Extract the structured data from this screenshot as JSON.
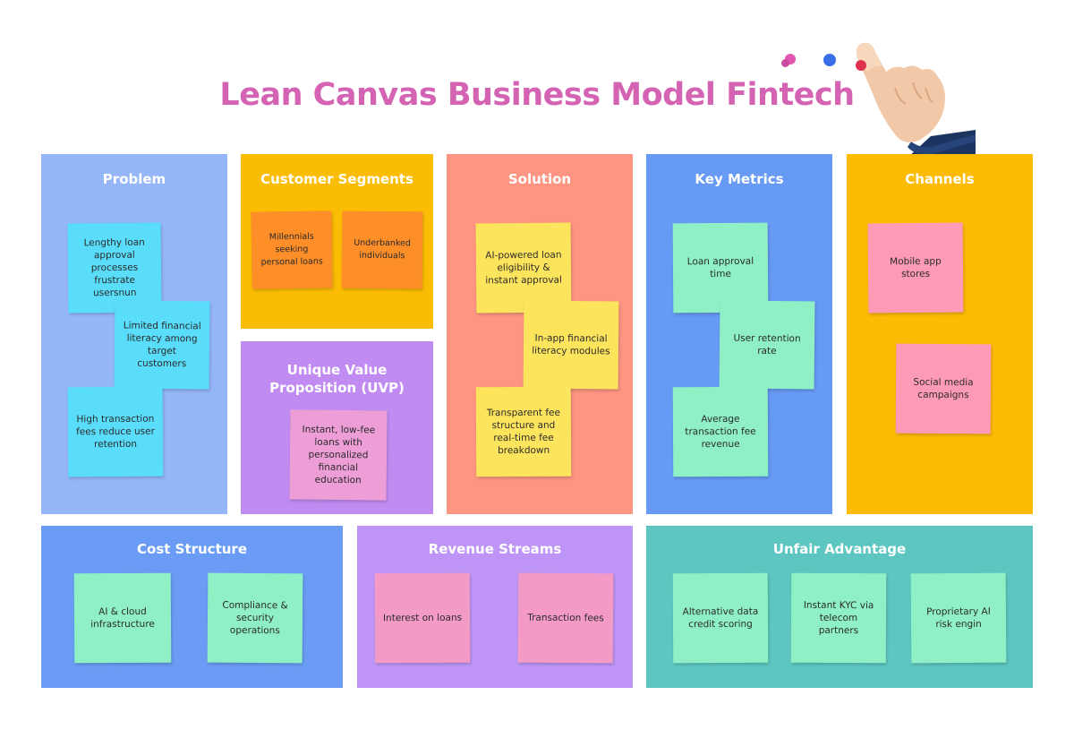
{
  "title": "Lean Canvas Business Model Fintech",
  "colors": {
    "title": "#d563b3",
    "problem": "#95b6f8",
    "customer_segments": "#fbbd04",
    "uvp": "#c08cf2",
    "solution": "#fd9582",
    "key_metrics": "#679af5",
    "channels": "#fdbb04",
    "cost_structure": "#6a9cf5",
    "revenue_streams": "#be95f6",
    "unfair_advantage": "#5ec6c0",
    "note_cyan": "#59ddfa",
    "note_orange": "#fd8e28",
    "note_pink": "#ee9ed6",
    "note_yellow": "#fde45d",
    "note_green": "#8ff0c6",
    "note_rose": "#fd9bb6",
    "note_red_pink": "#f49ac7"
  },
  "sections": {
    "problem": {
      "title": "Problem",
      "notes": [
        "Lengthy loan approval processes frustrate usersnun",
        "Limited financial literacy among target customers",
        "High transaction fees reduce user retention"
      ]
    },
    "customer_segments": {
      "title": "Customer Segments",
      "notes": [
        "Millennials seeking personal loans",
        "Underbanked individuals"
      ]
    },
    "uvp": {
      "title": "Unique Value Proposition (UVP)",
      "notes": [
        "Instant, low-fee loans with personalized financial education"
      ]
    },
    "solution": {
      "title": "Solution",
      "notes": [
        "AI-powered loan eligibility & instant approval",
        "In-app financial literacy modules",
        "Transparent fee structure and real-time fee breakdown"
      ]
    },
    "key_metrics": {
      "title": "Key Metrics",
      "notes": [
        "Loan approval time",
        "User retention rate",
        "Average transaction fee revenue"
      ]
    },
    "channels": {
      "title": "Channels",
      "notes": [
        "Mobile app stores",
        "Social media campaigns"
      ]
    },
    "cost_structure": {
      "title": "Cost Structure",
      "notes": [
        "AI & cloud infrastructure",
        "Compliance & security operations"
      ]
    },
    "revenue_streams": {
      "title": "Revenue Streams",
      "notes": [
        "Interest on loans",
        "Transaction fees"
      ]
    },
    "unfair_advantage": {
      "title": "Unfair Advantage",
      "notes": [
        "Alternative data credit scoring",
        "Instant KYC via telecom partners",
        "Proprietary AI risk engin"
      ]
    }
  }
}
